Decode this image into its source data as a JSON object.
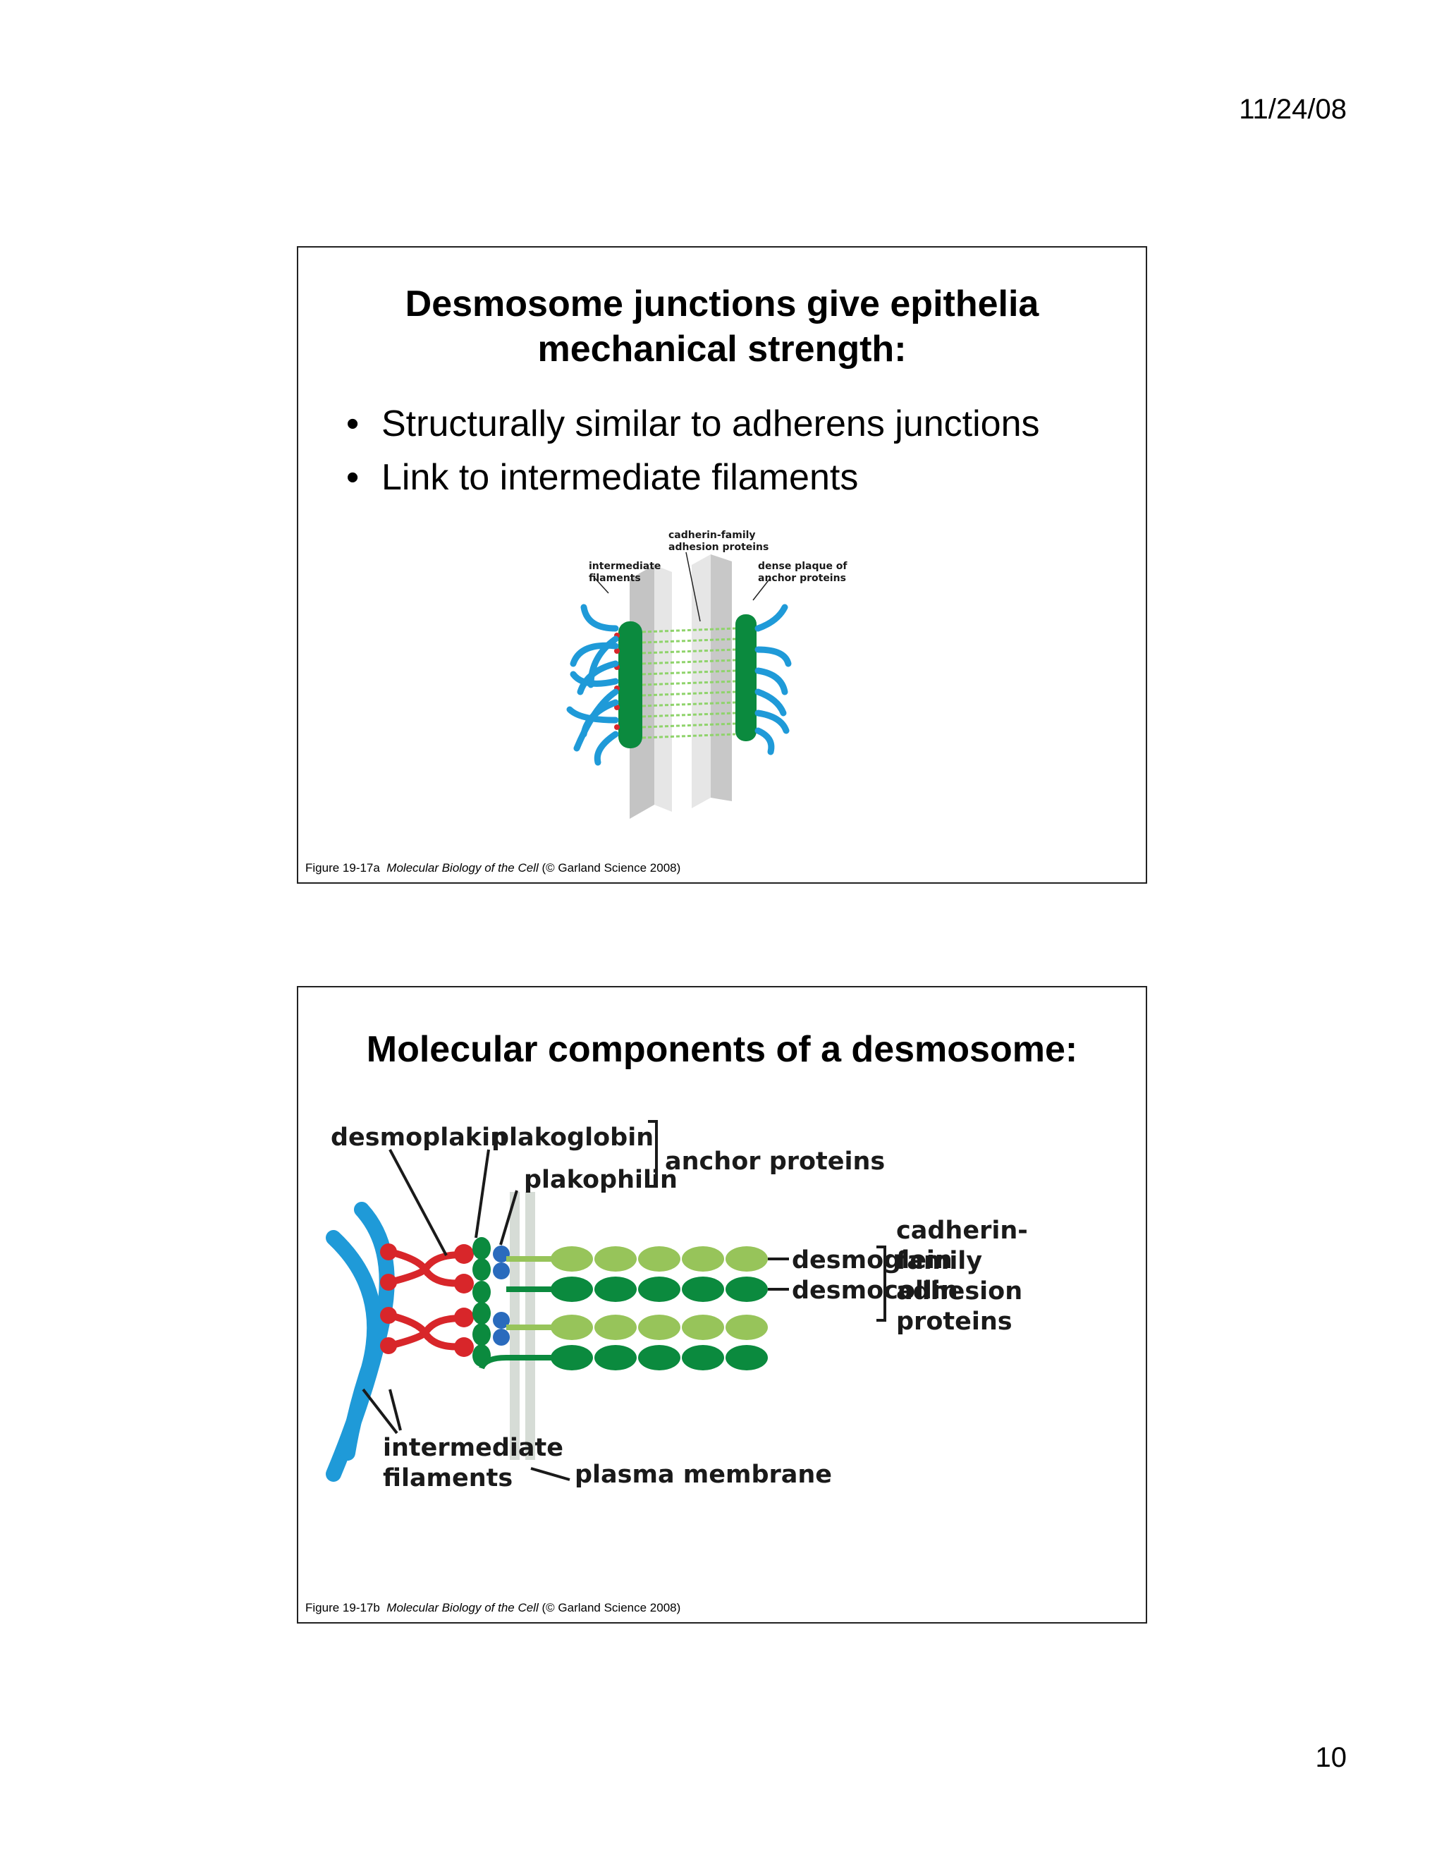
{
  "header": {
    "date": "11/24/08"
  },
  "footer": {
    "page_number": "10"
  },
  "slides": [
    {
      "title": [
        "Desmosome junctions give epithelia",
        "mechanical strength:"
      ],
      "bullets": [
        "Structurally similar to adherens junctions",
        "Link to intermediate filaments"
      ],
      "figure": {
        "labels": {
          "cadherin_line1": "cadherin-family",
          "cadherin_line2": "adhesion proteins",
          "if_line1": "intermediate",
          "if_line2": "filaments",
          "plaque_line1": "dense plaque of",
          "plaque_line2": "anchor proteins"
        }
      },
      "caption": {
        "figure": "Figure 19-17a",
        "book": "Molecular Biology of the Cell",
        "rest": "(© Garland Science 2008)"
      },
      "colors": {
        "filament": "#1f9ad8",
        "plaque": "#0b8a3e",
        "membrane": "#d9d9d9",
        "cadherin": "#8fd36b",
        "linker": "#d8262a"
      }
    },
    {
      "title": [
        "Molecular components of a desmosome:"
      ],
      "figure": {
        "labels": {
          "desmoplakin": "desmoplakin",
          "plakoglobin": "plakoglobin",
          "plakophilin": "plakophilin",
          "anchor": "anchor proteins",
          "desmoglein": "desmoglein",
          "desmocollin": "desmocollin",
          "cadherin1": "cadherin-",
          "cadherin2": "family",
          "cadherin3": "adhesion",
          "cadherin4": "proteins",
          "if1": "intermediate",
          "if2": "filaments",
          "membrane": "plasma membrane"
        }
      },
      "caption": {
        "figure": "Figure 19-17b",
        "book": "Molecular Biology of the Cell",
        "rest": "(© Garland Science 2008)"
      },
      "colors": {
        "filament": "#1f9ad8",
        "desmoplakin": "#d8262a",
        "plakoglobin": "#0b8a3e",
        "plakophilin": "#2a6bbd",
        "desmoglein": "#97c45a",
        "desmocollin": "#0b8a3e",
        "membrane": "#d6dcd6"
      }
    }
  ]
}
